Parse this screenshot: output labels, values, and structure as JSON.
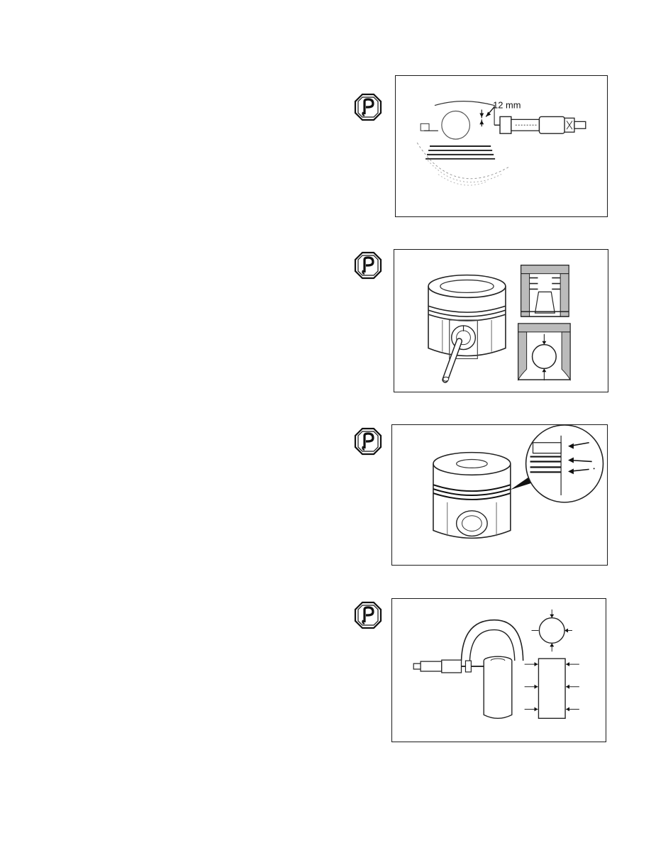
{
  "page": {
    "figures": [
      {
        "id": "fig-1",
        "icon": "inspect-icon",
        "label": "12 mm"
      },
      {
        "id": "fig-2",
        "icon": "inspect-icon"
      },
      {
        "id": "fig-3",
        "icon": "inspect-icon"
      },
      {
        "id": "fig-4",
        "icon": "inspect-icon"
      }
    ]
  }
}
